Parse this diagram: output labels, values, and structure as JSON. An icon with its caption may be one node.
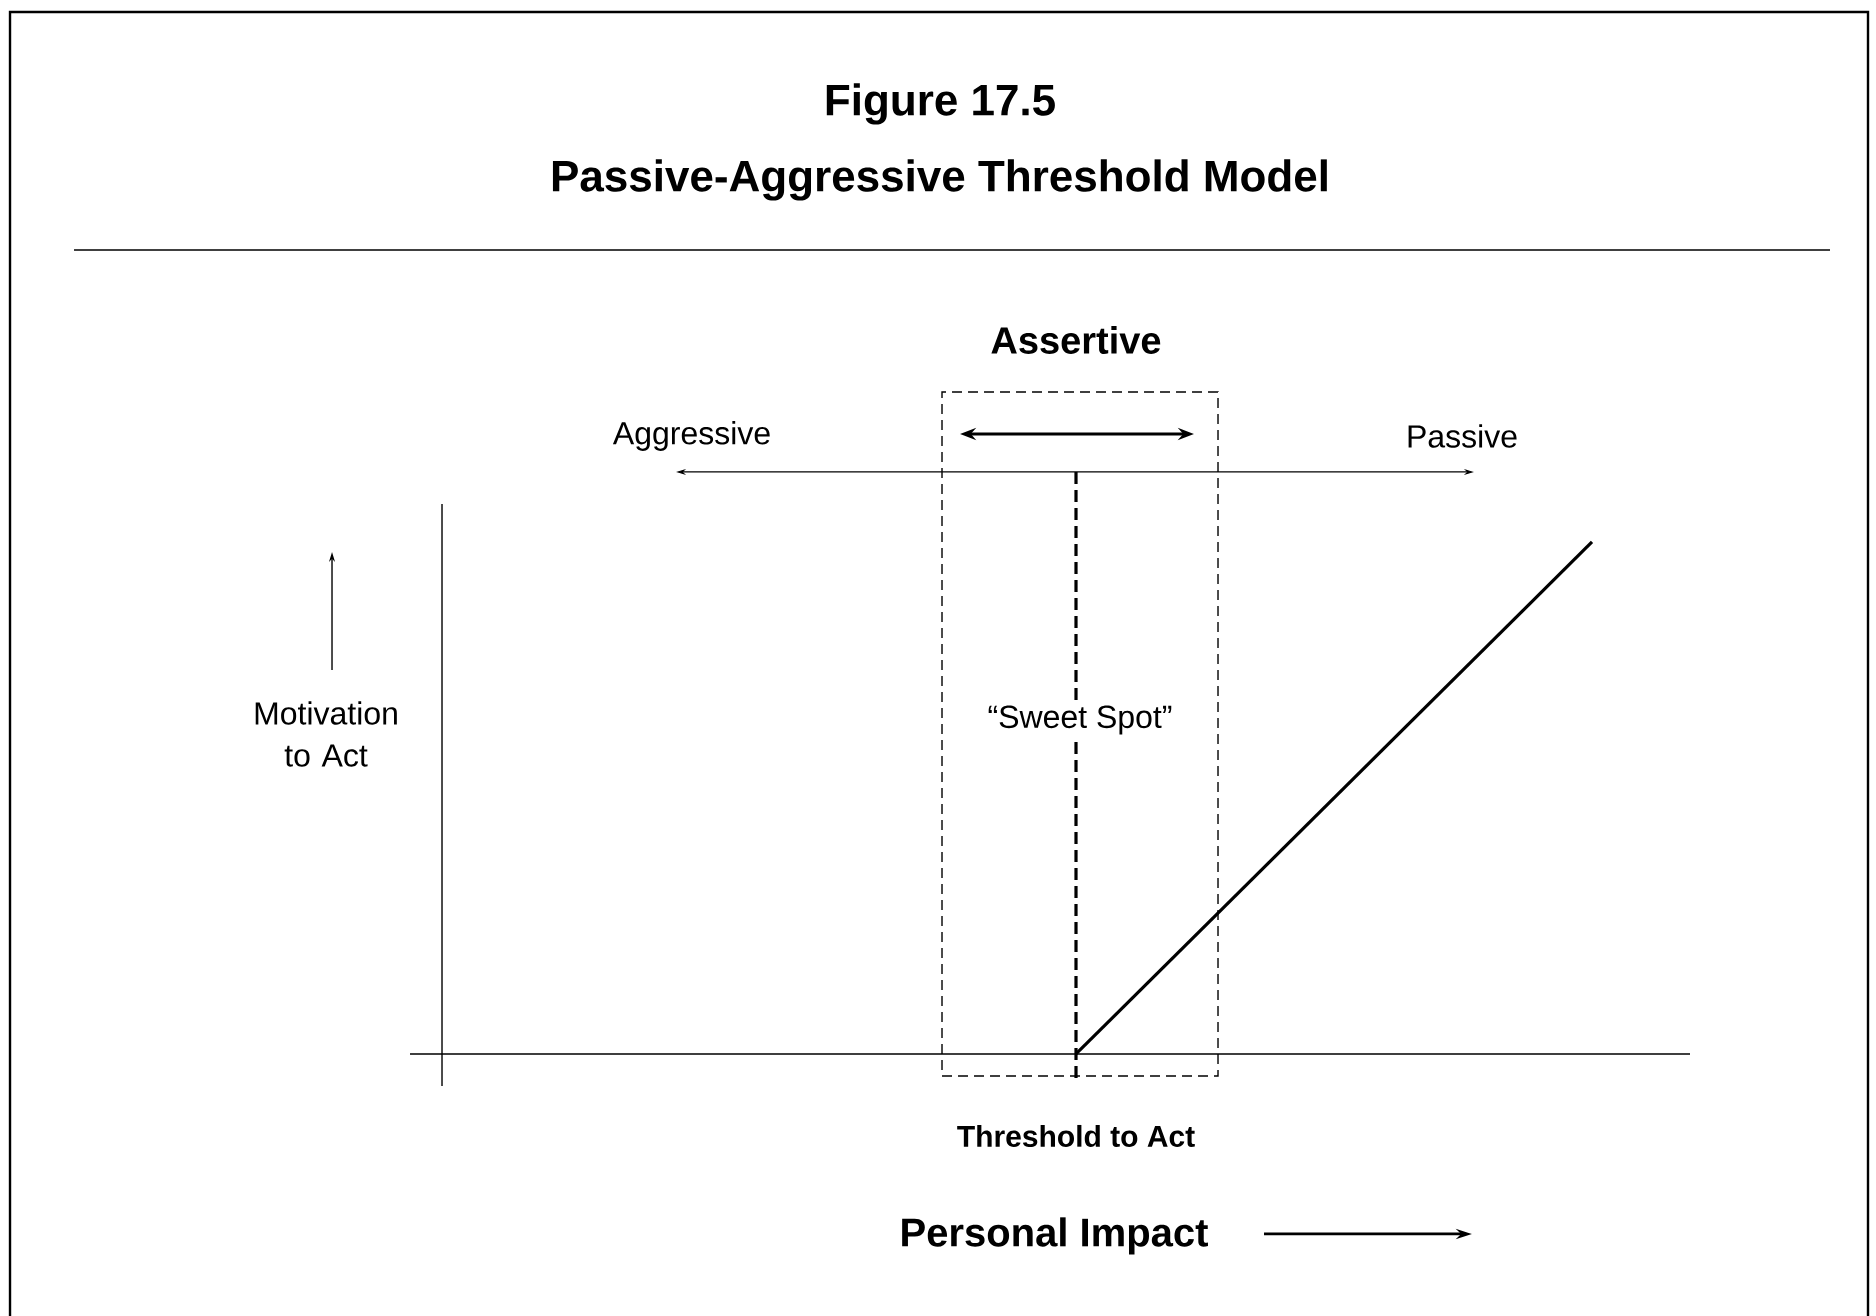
{
  "diagram": {
    "title": "Figure 17.5",
    "nodes": [
      {
        "text": [
          "Assertive",
          "“Sweet Spot”"
        ]
      }
    ],
    "labels": [
      "Passive-Aggressive Threshold Model",
      "Aggressive",
      "Passive",
      "Motivation to Act",
      "Threshold to Act",
      "Personal Impact"
    ]
  }
}
